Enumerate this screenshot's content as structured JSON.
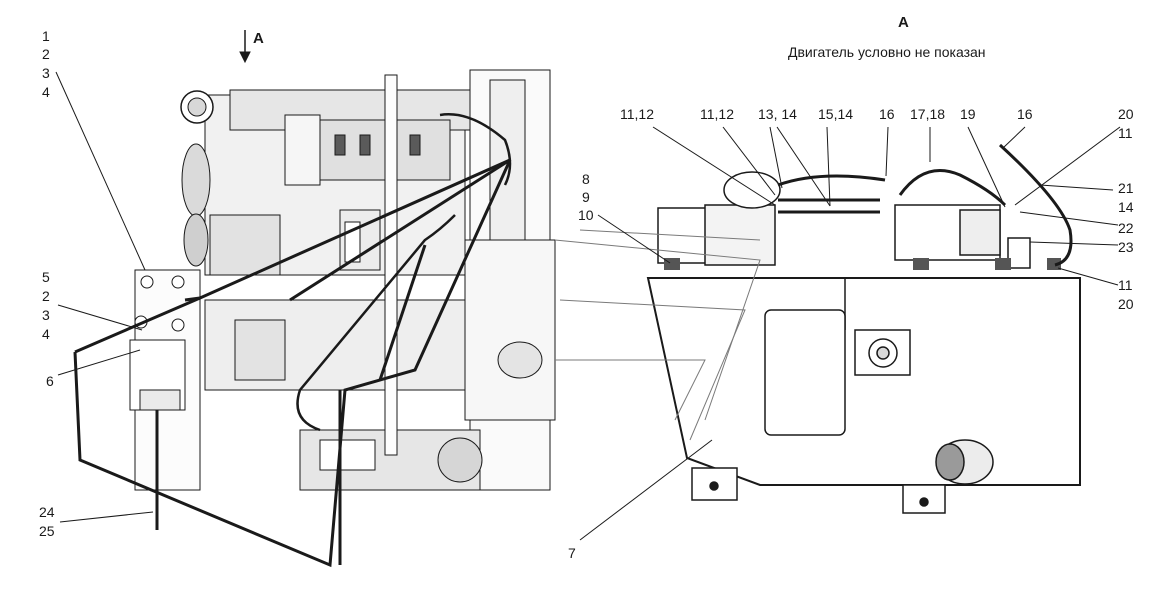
{
  "view_marker": {
    "letter": "А"
  },
  "view_title": {
    "letter": "А",
    "note": "Двигатель условно не показан"
  },
  "left_labels": {
    "l1": "1",
    "l2": "2",
    "l3": "3",
    "l4": "4",
    "l5": "5",
    "l6": "2",
    "l7": "3",
    "l8": "4",
    "l9": "6",
    "l10": "24",
    "l11": "25"
  },
  "right_top_labels": {
    "t1": "11,12",
    "t2": "11,12",
    "t3": "13, 14",
    "t4": "15,14",
    "t5": "16",
    "t6": "17,18",
    "t7": "19",
    "t8": "16"
  },
  "right_side_labels": {
    "r1": "20",
    "r2": "11",
    "r3": "21",
    "r4": "14",
    "r5": "22",
    "r6": "23",
    "r7": "11",
    "r8": "20"
  },
  "mid_labels": {
    "m1": "8",
    "m2": "9",
    "m3": "10",
    "m4": "7"
  },
  "colors": {
    "line": "#1a1a1a",
    "fill_light": "#f4f4f4",
    "fill_mid": "#d9d9d9",
    "fill_dark": "#6a6a6a"
  }
}
